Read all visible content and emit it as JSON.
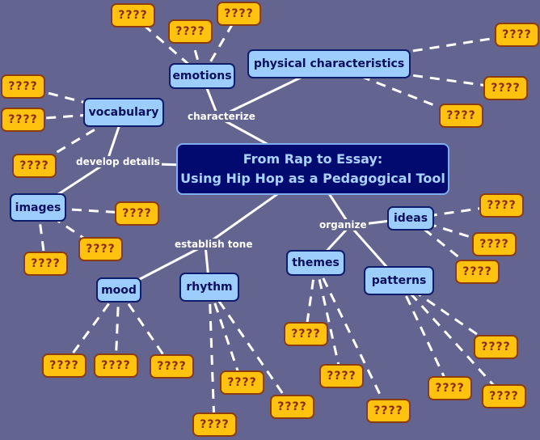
{
  "main_topic": {
    "line1": "From Rap to Essay:",
    "line2": "Using Hip Hop as a Pedagogical Tool"
  },
  "link_labels": {
    "characterize": "characterize",
    "develop": "develop details",
    "tone": "establish tone",
    "organize": "organize"
  },
  "concepts": {
    "emotions": "emotions",
    "physical": "physical characteristics",
    "vocabulary": "vocabulary",
    "images": "images",
    "ideas": "ideas",
    "themes": "themes",
    "patterns": "patterns",
    "mood": "mood",
    "rhythm": "rhythm"
  },
  "placeholder_text": "????",
  "colors": {
    "background": "#63648f",
    "concept": "#9dcdfc",
    "placeholder": "#ffc20e",
    "main": "#020a70"
  }
}
